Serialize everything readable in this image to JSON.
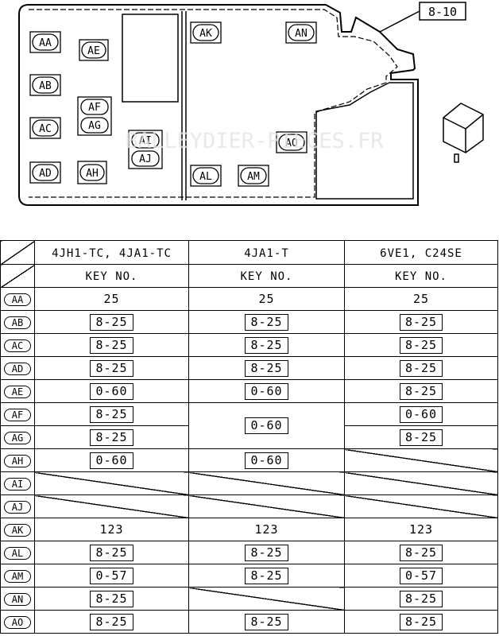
{
  "diagram": {
    "reference_label": "8-10",
    "slots": {
      "AA": "AA",
      "AB": "AB",
      "AC": "AC",
      "AD": "AD",
      "AE": "AE",
      "AF": "AF",
      "AG": "AG",
      "AH": "AH",
      "AI": "AI",
      "AJ": "AJ",
      "AK": "AK",
      "AL": "AL",
      "AM": "AM",
      "AN": "AN",
      "AO": "AO"
    },
    "watermark": "BALLEYDIER-PIECES.FR"
  },
  "table": {
    "columns": [
      "4JH1-TC, 4JA1-TC",
      "4JA1-T",
      "6VE1, C24SE"
    ],
    "subheader": "KEY NO.",
    "rows": [
      {
        "id": "AA",
        "cells": [
          {
            "v": "25",
            "boxed": false
          },
          {
            "v": "25",
            "boxed": false
          },
          {
            "v": "25",
            "boxed": false
          }
        ]
      },
      {
        "id": "AB",
        "cells": [
          {
            "v": "8-25",
            "boxed": true
          },
          {
            "v": "8-25",
            "boxed": true
          },
          {
            "v": "8-25",
            "boxed": true
          }
        ]
      },
      {
        "id": "AC",
        "cells": [
          {
            "v": "8-25",
            "boxed": true
          },
          {
            "v": "8-25",
            "boxed": true
          },
          {
            "v": "8-25",
            "boxed": true
          }
        ]
      },
      {
        "id": "AD",
        "cells": [
          {
            "v": "8-25",
            "boxed": true
          },
          {
            "v": "8-25",
            "boxed": true
          },
          {
            "v": "8-25",
            "boxed": true
          }
        ]
      },
      {
        "id": "AE",
        "cells": [
          {
            "v": "0-60",
            "boxed": true
          },
          {
            "v": "0-60",
            "boxed": true
          },
          {
            "v": "8-25",
            "boxed": true
          }
        ]
      },
      {
        "id": "AF",
        "cells": [
          {
            "v": "8-25",
            "boxed": true
          },
          {
            "v": "0-60",
            "boxed": true,
            "span": 2
          },
          {
            "v": "0-60",
            "boxed": true
          }
        ]
      },
      {
        "id": "AG",
        "cells": [
          {
            "v": "8-25",
            "boxed": true
          },
          null,
          {
            "v": "8-25",
            "boxed": true
          }
        ]
      },
      {
        "id": "AH",
        "cells": [
          {
            "v": "0-60",
            "boxed": true
          },
          {
            "v": "0-60",
            "boxed": true
          },
          "none"
        ]
      },
      {
        "id": "AI",
        "cells": [
          "none",
          "none",
          "none"
        ]
      },
      {
        "id": "AJ",
        "cells": [
          "none",
          "none",
          "none"
        ]
      },
      {
        "id": "AK",
        "cells": [
          {
            "v": "123",
            "boxed": false
          },
          {
            "v": "123",
            "boxed": false
          },
          {
            "v": "123",
            "boxed": false
          }
        ]
      },
      {
        "id": "AL",
        "cells": [
          {
            "v": "8-25",
            "boxed": true
          },
          {
            "v": "8-25",
            "boxed": true
          },
          {
            "v": "8-25",
            "boxed": true
          }
        ]
      },
      {
        "id": "AM",
        "cells": [
          {
            "v": "0-57",
            "boxed": true
          },
          {
            "v": "8-25",
            "boxed": true
          },
          {
            "v": "0-57",
            "boxed": true
          }
        ]
      },
      {
        "id": "AN",
        "cells": [
          {
            "v": "8-25",
            "boxed": true
          },
          "none",
          {
            "v": "8-25",
            "boxed": true
          }
        ]
      },
      {
        "id": "AO",
        "cells": [
          {
            "v": "8-25",
            "boxed": true
          },
          {
            "v": "8-25",
            "boxed": true
          },
          {
            "v": "8-25",
            "boxed": true
          }
        ]
      }
    ]
  }
}
